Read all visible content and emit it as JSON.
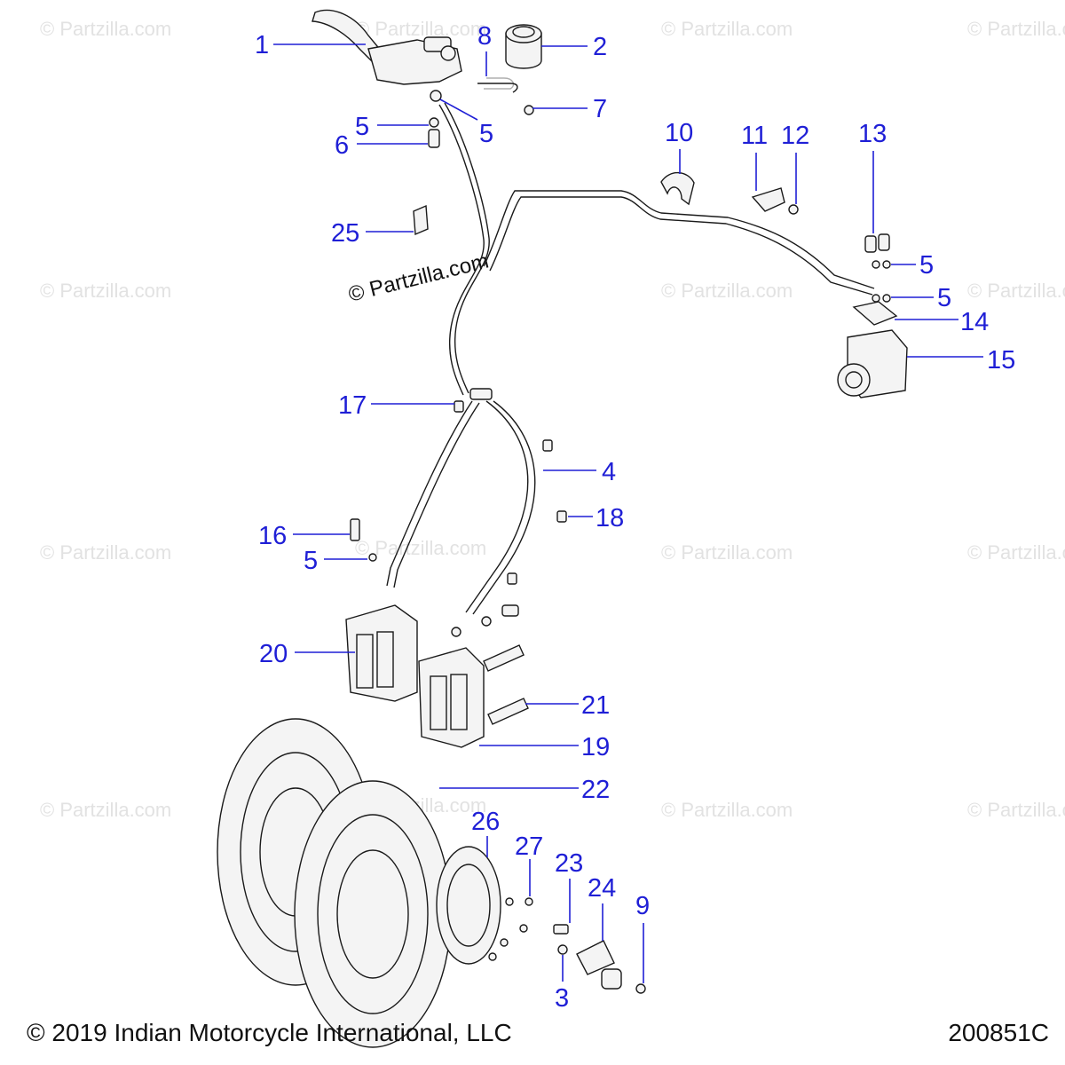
{
  "watermark": "© Partzilla.com",
  "center_watermark": "© Partzilla.com",
  "callouts": [
    "1",
    "2",
    "8",
    "7",
    "5",
    "5",
    "6",
    "10",
    "11",
    "12",
    "13",
    "5",
    "5",
    "14",
    "15",
    "25",
    "17",
    "4",
    "18",
    "16",
    "5",
    "20",
    "21",
    "19",
    "22",
    "26",
    "27",
    "23",
    "24",
    "9",
    "3"
  ],
  "footer": {
    "copyright": "© 2019 Indian Motorcycle International, LLC",
    "figure_id": "200851C"
  },
  "colors": {
    "callout": "#1f1fd6",
    "watermark": "#e2e2e2",
    "line": "#1a1a1a"
  }
}
